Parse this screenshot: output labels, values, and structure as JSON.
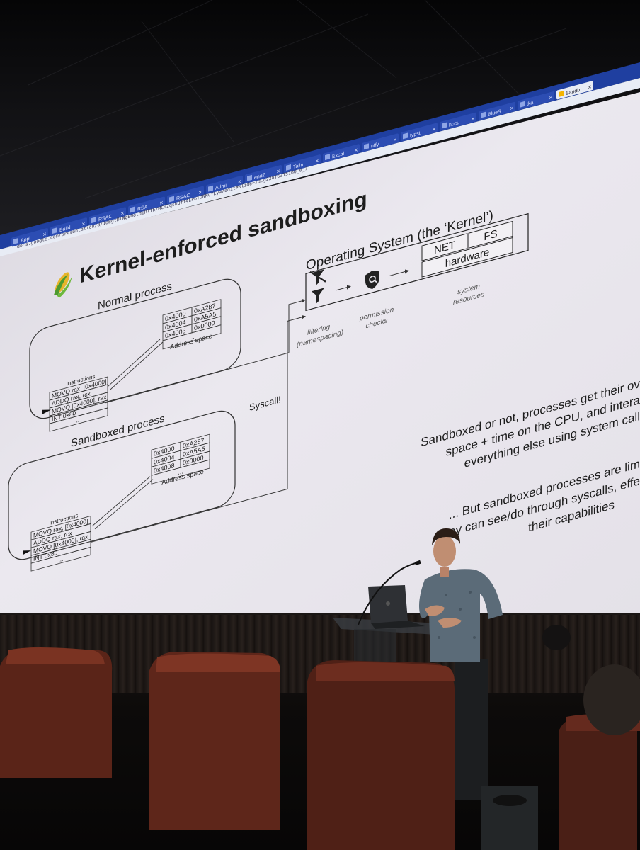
{
  "browser": {
    "tabs": [
      "Appl",
      "Build",
      "RSAC",
      "RSA",
      "RSAC",
      "Admi",
      "endZ",
      "Tailn",
      "Excal",
      "ntfy",
      "typst",
      "hocu",
      "BlueS",
      "tka",
      "Sandb"
    ],
    "url": "docs.google.com/presentation/d/1dBgtDlNgB0oldiRlTE/MCm2qshQff4LPoTGNNvYLyw/edit#slide=id.g228f6315160_0_7"
  },
  "slide": {
    "title": "Kernel-enforced sandboxing",
    "title_icon": "corn-icon",
    "os": {
      "title": "Operating System (the ‘Kernel’)",
      "resources": [
        "NET",
        "FS"
      ],
      "hardware": "hardware",
      "filter_caption": [
        "filtering",
        "(namespacing)"
      ],
      "permission_caption": [
        "permission",
        "checks"
      ],
      "resources_caption": [
        "system",
        "resources"
      ]
    },
    "syscall_label": "Syscall!",
    "normal": {
      "title": "Normal process",
      "instructions_label": "Instructions",
      "instructions": [
        "MOVQ rax, [0x4000]",
        "ADDQ  rax, rcx",
        "MOVQ [0x4000], rax",
        "INT    0x80",
        "..."
      ],
      "address_rows": [
        [
          "0x4000",
          "0xA287"
        ],
        [
          "0x4004",
          "0xA5A5"
        ],
        [
          "0x4008",
          "0x0000"
        ]
      ],
      "address_ellipsis": "...",
      "address_label": "Address space"
    },
    "sandboxed": {
      "title": "Sandboxed process",
      "instructions_label": "Instructions",
      "instructions": [
        "MOVQ rax, [0x4000]",
        "ADDQ  rax, rcx",
        "MOVQ [0x4000], rax",
        "INT    0x80",
        "..."
      ],
      "address_rows": [
        [
          "0x4000",
          "0xA287"
        ],
        [
          "0x4004",
          "0xA5A5"
        ],
        [
          "0x4008",
          "0x0000"
        ]
      ],
      "address_ellipsis": "...",
      "address_label": "Address space"
    },
    "note1": [
      "Sandboxed or not, processes get their ov",
      "space + time on the CPU, and intera",
      "everything else using system call"
    ],
    "note2": [
      "... But sandboxed processes are lim",
      "they can see/do through syscalls, effe",
      "their capabilities"
    ]
  },
  "colors": {
    "tab_bar": "#1f3fa0",
    "slide_bg": "#e6e2ea",
    "ink": "#1d1d1d"
  }
}
